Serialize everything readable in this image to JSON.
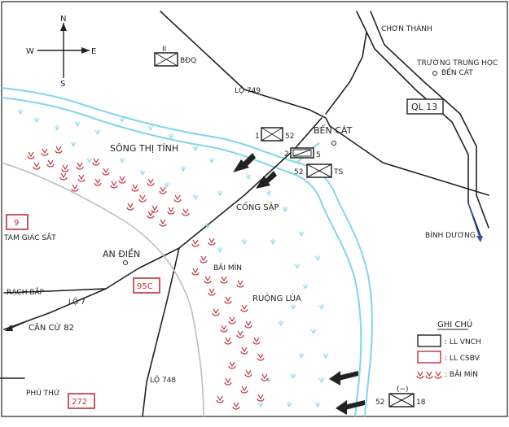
{
  "compass": {
    "n": "N",
    "s": "S",
    "e": "E",
    "w": "W"
  },
  "places": {
    "chon_thanh": "CHƠN THÀNH",
    "school_line1": "TRƯỜNG TRUNG HỌC",
    "school_line2": "BẾN CÁT",
    "ben_cat": "BẾN CÁT",
    "ql13": "QL 13",
    "lo749": "LỘ 749",
    "song_thi_tinh": "SÔNG   THỊ   TÍNH",
    "cong_sap": "CỐNG SẬP",
    "an_dien": "AN ĐIỀN",
    "tam_giac_sat": "TAM GIÁC SẮT",
    "rach_bap": "RẠCH BẮP",
    "lo7": "LỘ 7",
    "can_cu_82": "CĂN CỨ 82",
    "bai_min": "BÃI MÌN",
    "ruong_lua": "RUỘNG  LÚA",
    "binh_duong": "BÌNH DƯƠNG",
    "lo748": "LỘ 748",
    "phu_thu": "PHÚ THỨ"
  },
  "units": {
    "bdq": "BĐQ",
    "u1": "1",
    "u52a": "52",
    "u2": "2",
    "u5": "5",
    "u52b": "52",
    "ts": "TS",
    "u52c": "52",
    "u18": "18",
    "neg": "(−)",
    "ii": "II",
    "r9": "9",
    "r95c": "95C",
    "r272": "272"
  },
  "legend": {
    "title": "GHI CHÚ",
    "llvnch": ": LL VNCH",
    "llcsbv": ": LL CSBV",
    "baimin": ": BÃI MÌN"
  },
  "colors": {
    "ink": "#222222",
    "enemy": "#c0303a",
    "river": "#7fd6ea",
    "vegetation": "#8fd9ee",
    "secondary_road": "#bdbdbd"
  }
}
